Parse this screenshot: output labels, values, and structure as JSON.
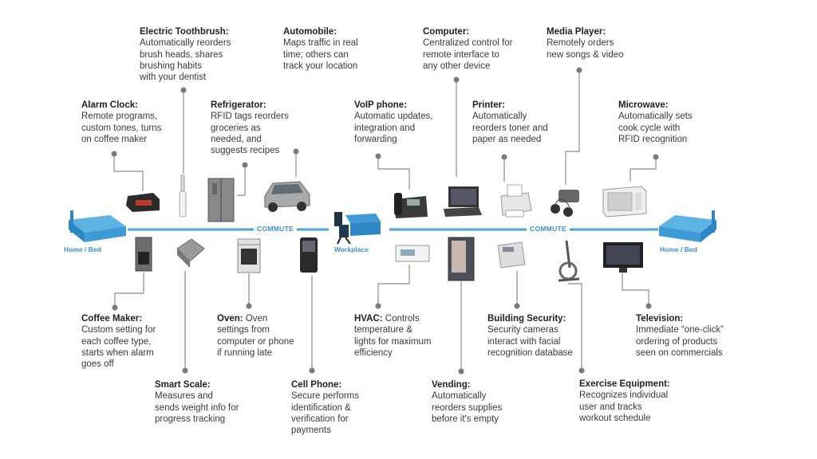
{
  "track": {
    "home_left": "Home / Bed",
    "home_right": "Home / Bed",
    "workplace": "Workplace",
    "commute_left": "COMMUTE",
    "commute_right": "COMMUTE"
  },
  "devices": {
    "alarm_clock": {
      "title": "Alarm Clock:",
      "desc": [
        "Remote programs,",
        "custom tones, turns",
        "on coffee maker"
      ]
    },
    "toothbrush": {
      "title": "Electric Toothbrush:",
      "desc": [
        "Automatically reorders",
        "brush heads, shares",
        "brushing habits",
        "with your dentist"
      ]
    },
    "refrigerator": {
      "title": "Refrigerator:",
      "desc": [
        "RFID tags reorders",
        "groceries as",
        "needed, and",
        "suggests recipes"
      ]
    },
    "automobile": {
      "title": "Automobile:",
      "desc": [
        "Maps traffic in real",
        "time; others can",
        "track your location"
      ]
    },
    "voip": {
      "title": "VoIP phone:",
      "desc": [
        "Automatic updates,",
        "integration and",
        "forwarding"
      ]
    },
    "computer": {
      "title": "Computer:",
      "desc": [
        "Centralized control for",
        "remote interface to",
        "any other device"
      ]
    },
    "printer": {
      "title": "Printer:",
      "desc": [
        "Automatically",
        "reorders toner and",
        "paper as needed"
      ]
    },
    "media_player": {
      "title": "Media Player:",
      "desc": [
        "Remotely orders",
        "new songs & video"
      ]
    },
    "microwave": {
      "title": "Microwave:",
      "desc": [
        "Automatically sets",
        "cook cycle with",
        "RFID recognition"
      ]
    },
    "coffee_maker": {
      "title": "Coffee Maker:",
      "desc": [
        "Custom setting for",
        "each coffee type,",
        "starts when alarm",
        "goes off"
      ]
    },
    "smart_scale": {
      "title": "Smart Scale:",
      "desc": [
        "Measures and",
        "sends weight info for",
        "progress tracking"
      ]
    },
    "oven": {
      "title": "Oven:",
      "inline": "Oven",
      "desc": [
        "settings from",
        "computer or phone",
        "if running late"
      ]
    },
    "cell_phone": {
      "title": "Cell Phone:",
      "desc": [
        "Secure performs",
        "identification &",
        "verification for",
        "payments"
      ]
    },
    "hvac": {
      "title": "HVAC:",
      "inline": "Controls",
      "desc": [
        "temperature &",
        "lights for maximum",
        "efficiency"
      ]
    },
    "vending": {
      "title": "Vending:",
      "desc": [
        "Automatically",
        "reorders supplies",
        "before it's empty"
      ]
    },
    "building_security": {
      "title": "Building Security:",
      "desc": [
        "Security cameras",
        "interact with facial",
        "recognition database"
      ]
    },
    "exercise": {
      "title": "Exercise Equipment:",
      "desc": [
        "Recognizes individual",
        "user and tracks",
        "workout schedule"
      ]
    },
    "television": {
      "title": "Television:",
      "desc": [
        "Immediate “one-click”",
        "ordering of products",
        "seen on commercials"
      ]
    }
  },
  "colors": {
    "track": "#4aa3d6",
    "connector": "#8a8a8a",
    "accent_text": "#3b8fc8"
  }
}
